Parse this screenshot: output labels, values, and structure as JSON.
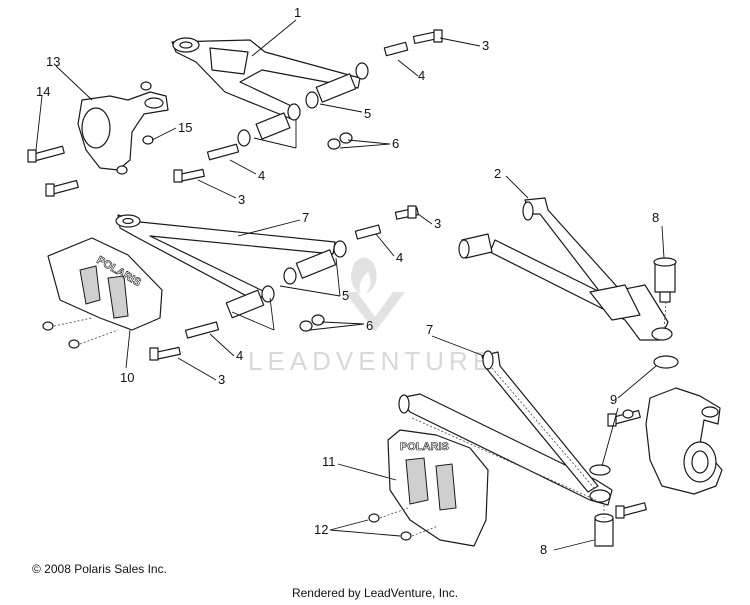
{
  "callouts": {
    "n1": "1",
    "n2": "2",
    "n3a": "3",
    "n3b": "3",
    "n3c": "3",
    "n3d": "3",
    "n4a": "4",
    "n4b": "4",
    "n4c": "4",
    "n4d": "4",
    "n5a": "5",
    "n5b": "5",
    "n6a": "6",
    "n6b": "6",
    "n7a": "7",
    "n7b": "7",
    "n8a": "8",
    "n8b": "8",
    "n9": "9",
    "n10": "10",
    "n11": "11",
    "n12": "12",
    "n13": "13",
    "n14": "14",
    "n15": "15"
  },
  "watermark": "LEADVENTURE",
  "guard_logo": "POLARIS",
  "copyright": "© 2008 Polaris Sales Inc.",
  "rendered_by": "Rendered by LeadVenture, Inc."
}
